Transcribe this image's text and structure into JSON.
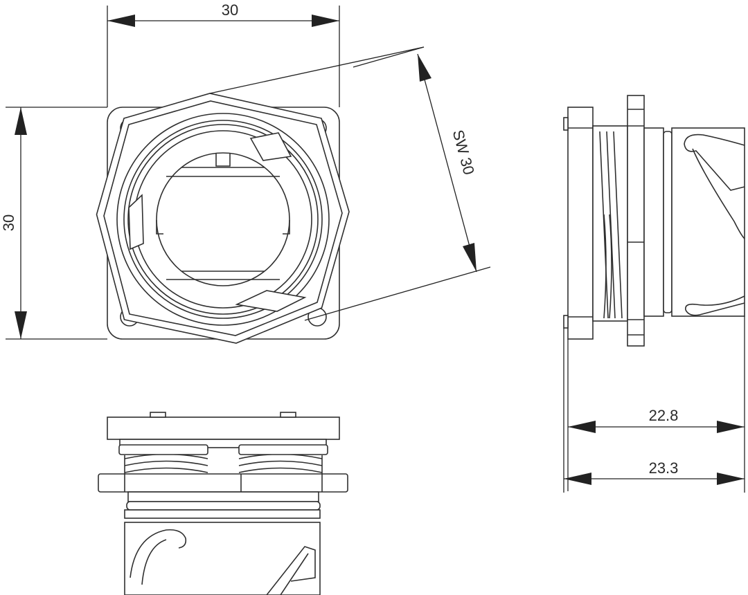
{
  "dimensions": {
    "front_width": "30",
    "front_height": "30",
    "wrench_size": "SW 30",
    "side_depth_inner": "22.8",
    "side_depth_outer": "23.3"
  }
}
